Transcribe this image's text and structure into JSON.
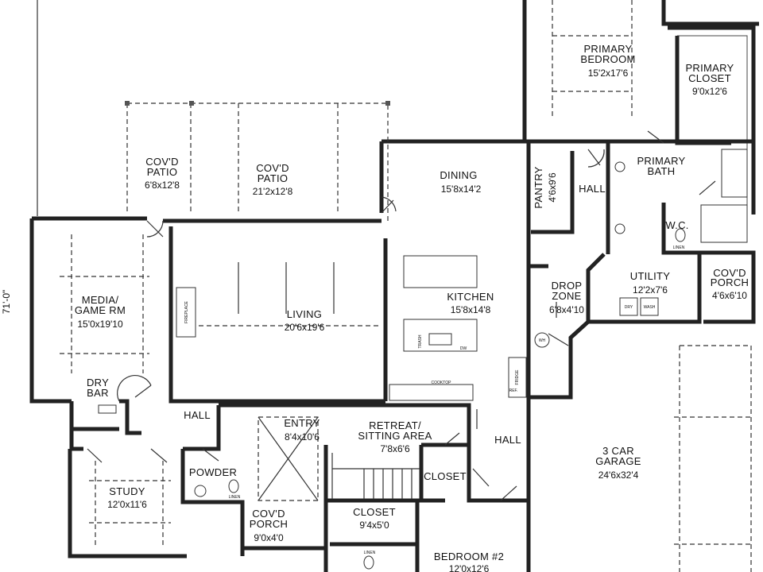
{
  "overall_dimension": "71'-0\"",
  "rooms": {
    "primary_bedroom": {
      "name": [
        "PRIMARY",
        "BEDROOM"
      ],
      "size": "15'2x17'6"
    },
    "primary_closet": {
      "name": [
        "PRIMARY",
        "CLOSET"
      ],
      "size": "9'0x12'6"
    },
    "covd_patio_small": {
      "name": [
        "COV'D",
        "PATIO"
      ],
      "size": "6'8x12'8"
    },
    "covd_patio_large": {
      "name": [
        "COV'D",
        "PATIO"
      ],
      "size": "21'2x12'8"
    },
    "dining": {
      "name": [
        "DINING"
      ],
      "size": "15'8x14'2"
    },
    "pantry": {
      "name": [
        "PANTRY"
      ],
      "size": "4'6x9'6"
    },
    "hall_top": {
      "name": [
        "HALL"
      ]
    },
    "primary_bath": {
      "name": [
        "PRIMARY",
        "BATH"
      ]
    },
    "wc": {
      "name": [
        "W.C."
      ]
    },
    "media": {
      "name": [
        "MEDIA/",
        "GAME RM"
      ],
      "size": "15'0x19'10"
    },
    "living": {
      "name": [
        "LIVING"
      ],
      "size": "20'6x19'6"
    },
    "kitchen": {
      "name": [
        "KITCHEN"
      ],
      "size": "15'8x14'8"
    },
    "drop_zone": {
      "name": [
        "DROP",
        "ZONE"
      ],
      "size": "6'8x4'10"
    },
    "utility": {
      "name": [
        "UTILITY"
      ],
      "size": "12'2x7'6"
    },
    "covd_porch_right": {
      "name": [
        "COV'D",
        "PORCH"
      ],
      "size": "4'6x6'10"
    },
    "dry_bar": {
      "name": [
        "DRY",
        "BAR"
      ]
    },
    "hall_left": {
      "name": [
        "HALL"
      ]
    },
    "entry": {
      "name": [
        "ENTRY"
      ],
      "size": "8'4x10'6"
    },
    "retreat": {
      "name": [
        "RETREAT/",
        "SITTING AREA"
      ],
      "size": "7'8x6'6"
    },
    "hall_right": {
      "name": [
        "HALL"
      ]
    },
    "garage": {
      "name": [
        "3 CAR",
        "GARAGE"
      ],
      "size": "24'6x32'4"
    },
    "study": {
      "name": [
        "STUDY"
      ],
      "size": "12'0x11'6"
    },
    "powder": {
      "name": [
        "POWDER"
      ]
    },
    "closet_small": {
      "name": [
        "CLOSET"
      ]
    },
    "covd_porch_front": {
      "name": [
        "COV'D",
        "PORCH"
      ],
      "size": "9'0x4'0"
    },
    "closet_lower": {
      "name": [
        "CLOSET"
      ],
      "size": "9'4x5'0"
    },
    "bedroom2": {
      "name": [
        "BEDROOM #2"
      ],
      "size": "12'0x12'6"
    }
  },
  "fixtures": {
    "ref": "REF.",
    "fridge": "FRIDGE",
    "fireplace": "FIREPLACE",
    "cooktop": "COOKTOP",
    "dw": "DW",
    "trash": "TRASH",
    "wh": "WH",
    "dry": "DRY",
    "wash": "WASH",
    "linen": "LINEN"
  }
}
